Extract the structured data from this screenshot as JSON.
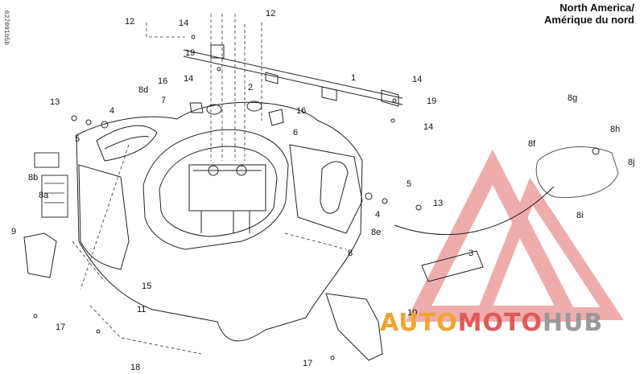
{
  "region": {
    "line1": "North America/",
    "line2": "Amérique du nord"
  },
  "drawing_code": "627091b5b",
  "callouts": [
    {
      "id": "c1",
      "text": "1"
    },
    {
      "id": "c2",
      "text": "2"
    },
    {
      "id": "c3",
      "text": "3"
    },
    {
      "id": "c4a",
      "text": "4"
    },
    {
      "id": "c4b",
      "text": "4"
    },
    {
      "id": "c5a",
      "text": "5"
    },
    {
      "id": "c5b",
      "text": "5"
    },
    {
      "id": "c6",
      "text": "6"
    },
    {
      "id": "c7",
      "text": "7"
    },
    {
      "id": "c8",
      "text": "8"
    },
    {
      "id": "c8a",
      "text": "8a"
    },
    {
      "id": "c8b",
      "text": "8b"
    },
    {
      "id": "c8d",
      "text": "8d"
    },
    {
      "id": "c8e",
      "text": "8e"
    },
    {
      "id": "c8f",
      "text": "8f"
    },
    {
      "id": "c8g",
      "text": "8g"
    },
    {
      "id": "c8h",
      "text": "8h"
    },
    {
      "id": "c8i",
      "text": "8i"
    },
    {
      "id": "c8j",
      "text": "8j"
    },
    {
      "id": "c9",
      "text": "9"
    },
    {
      "id": "c10",
      "text": "10"
    },
    {
      "id": "c11",
      "text": "11"
    },
    {
      "id": "c12a",
      "text": "12"
    },
    {
      "id": "c12b",
      "text": "12"
    },
    {
      "id": "c13a",
      "text": "13"
    },
    {
      "id": "c13b",
      "text": "13"
    },
    {
      "id": "c14a",
      "text": "14"
    },
    {
      "id": "c14b",
      "text": "14"
    },
    {
      "id": "c14c",
      "text": "14"
    },
    {
      "id": "c14d",
      "text": "14"
    },
    {
      "id": "c15",
      "text": "15"
    },
    {
      "id": "c16a",
      "text": "16"
    },
    {
      "id": "c16b",
      "text": "16"
    },
    {
      "id": "c17a",
      "text": "17"
    },
    {
      "id": "c17b",
      "text": "17"
    },
    {
      "id": "c18",
      "text": "18"
    },
    {
      "id": "c19a",
      "text": "19"
    },
    {
      "id": "c19b",
      "text": "19"
    }
  ],
  "watermark": {
    "part1": "AUTO",
    "part2": "MOTO",
    "part3": "HUB",
    "colors": [
      "#f0a530",
      "#e05a5a",
      "#9a9a9a"
    ]
  }
}
